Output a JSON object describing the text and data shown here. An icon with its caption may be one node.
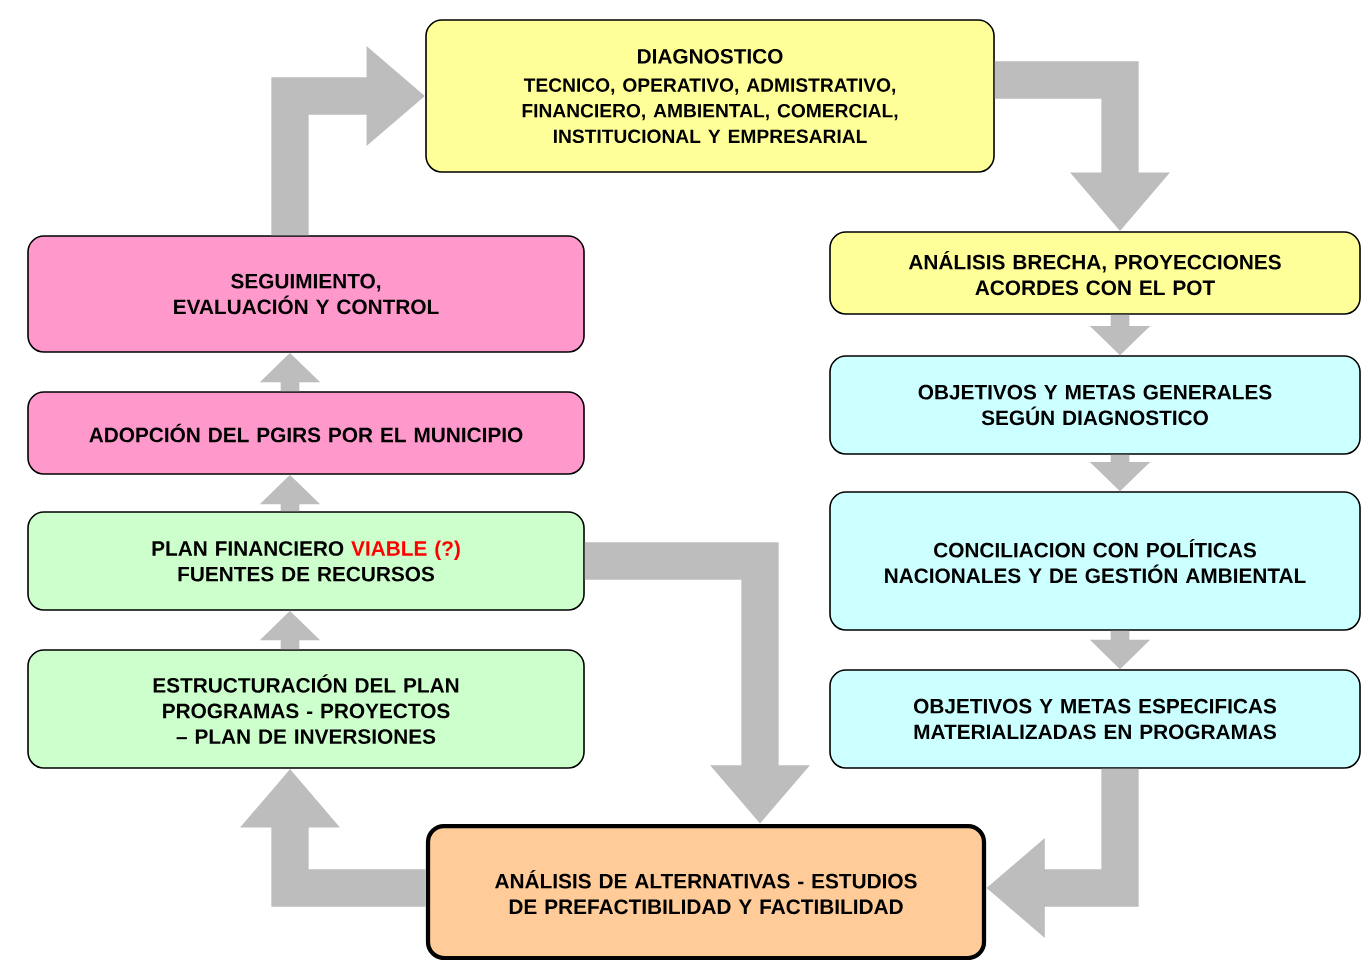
{
  "diagram": {
    "nodes": [
      {
        "text": [
          "DIAGNOSTICO",
          "TECNICO, OPERATIVO, ADMISTRATIVO, FINANCIERO, AMBIENTAL, COMERCIAL, INSTITUCIONAL Y EMPRESARIAL"
        ]
      },
      {
        "text": [
          "ANÁLISIS BRECHA, PROYECCIONES ACORDES CON EL POT"
        ]
      },
      {
        "text": [
          "OBJETIVOS Y METAS GENERALES SEGÚN DIAGNOSTICO"
        ]
      },
      {
        "text": [
          "CONCILIACION CON POLÍTICAS NACIONALES Y DE GESTIÓN AMBIENTAL"
        ]
      },
      {
        "text": [
          "OBJETIVOS Y METAS ESPECIFICAS MATERIALIZADAS EN PROGRAMAS"
        ]
      },
      {
        "text": [
          "ANÁLISIS DE ALTERNATIVAS - ESTUDIOS DE PREFACTIBILIDAD Y FACTIBILIDAD"
        ]
      },
      {
        "text": [
          "ESTRUCTURACIÓN DEL PLAN PROGRAMAS - PROYECTOS – PLAN DE INVERSIONES"
        ]
      },
      {
        "text": [
          "PLAN FINANCIERO",
          "VIABLE (?)",
          "FUENTES DE RECURSOS"
        ]
      },
      {
        "text": [
          "ADOPCIÓN DEL PGIRS POR EL MUNICIPIO"
        ]
      },
      {
        "text": [
          "SEGUIMIENTO, EVALUACIÓN Y CONTROL"
        ]
      }
    ],
    "edges": [
      {
        "from": 9,
        "to": 0,
        "arrow": "to",
        "style": "thick"
      },
      {
        "from": 0,
        "to": 1,
        "arrow": "to",
        "style": "thick"
      },
      {
        "from": 1,
        "to": 2,
        "arrow": "to"
      },
      {
        "from": 2,
        "to": 3,
        "arrow": "to"
      },
      {
        "from": 3,
        "to": 4,
        "arrow": "to"
      },
      {
        "from": 4,
        "to": 5,
        "arrow": "to",
        "style": "thick"
      },
      {
        "from": 7,
        "to": 5,
        "arrow": "to",
        "style": "thick"
      },
      {
        "from": 5,
        "to": 6,
        "arrow": "to",
        "style": "thick"
      },
      {
        "from": 6,
        "to": 7,
        "arrow": "to"
      },
      {
        "from": 7,
        "to": 8,
        "arrow": "to"
      },
      {
        "from": 8,
        "to": 9,
        "arrow": "to"
      }
    ]
  }
}
